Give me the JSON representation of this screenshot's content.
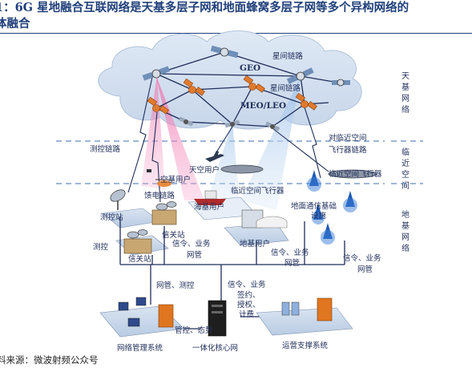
{
  "title": {
    "line1": "1：6G 星地融合互联网络是天基多层子网和地面蜂窝多层子网等多个异构网络的",
    "line2": "体融合"
  },
  "source": "料来源：微波射频公众号",
  "zones": {
    "space": [
      "天",
      "基",
      "网",
      "络"
    ],
    "near_space": [
      "临",
      "近",
      "空",
      "间"
    ],
    "ground": [
      "地",
      "基",
      "网",
      "络"
    ]
  },
  "labels": {
    "star_link_top": "星间链路",
    "geo": "GEO",
    "star_link_mid": "星间链路",
    "meo_leo": "MEO/LEO",
    "near_space_link_1": "对临近空间",
    "near_space_link_2": "飞行器链路",
    "tt_link": "测控链路",
    "space_user": "天空用户",
    "air_user": "空基用户",
    "near_space_vehicle_right": "临近空间飞行器",
    "feeder_link": "馈电链路",
    "near_space_vehicle_mid": "临近空间飞行器",
    "sea_user": "海基用户",
    "ground_infra_1": "地面通信基础",
    "ground_infra_2": "设施",
    "tt_station": "测控站",
    "gateway_1": "信关站",
    "ground_user": "地基用户",
    "tt": "测控",
    "gateway_2": "信关站",
    "sig_mgmt_1_a": "信令、业务",
    "sig_mgmt_1_b": "网管",
    "sig_mgmt_2_a": "信令、业务",
    "sig_mgmt_2_b": "网管",
    "sig_mgmt_3_a": "信令、业务",
    "sig_mgmt_3_b": "网管",
    "mgmt_tt": "网管、测控",
    "sig_biz": "信令、业务",
    "sign_auth_a": "签约、",
    "sign_auth_b": "授权、",
    "sign_auth_c": "计费",
    "ctrl_status": "管控、态势",
    "nms": "网络管理系统",
    "core": "一体化核心网",
    "ops": "运营支撑系统"
  }
}
